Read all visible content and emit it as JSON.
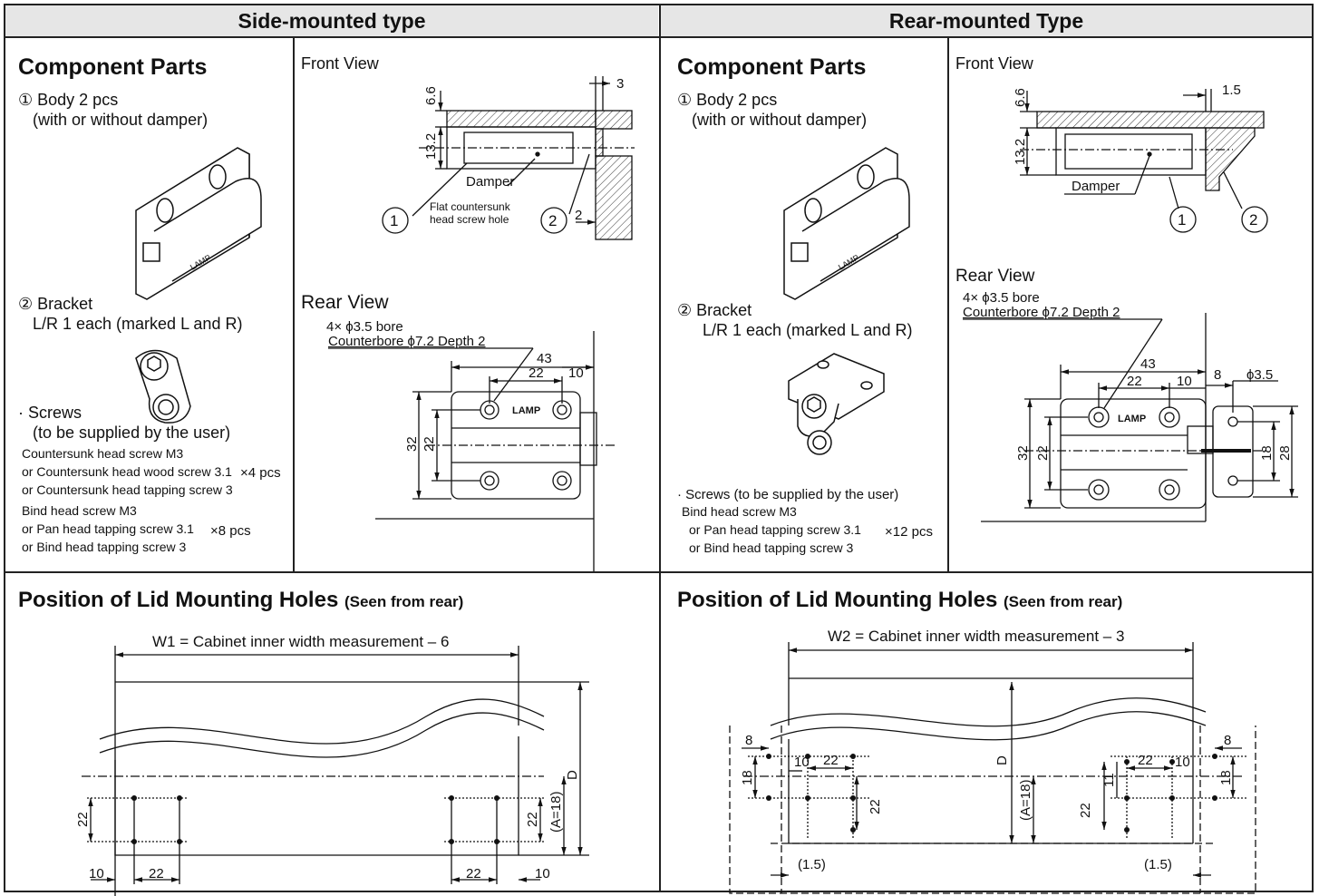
{
  "headers": {
    "side": "Side-mounted type",
    "rear": "Rear-mounted Type"
  },
  "side": {
    "component_title": "Component Parts",
    "body": "① Body 2 pcs",
    "body_note": "(with or without damper)",
    "bracket": "② Bracket",
    "bracket_note": "L/R 1 each (marked L and R)",
    "screws": "· Screws",
    "screws_note": "(to be supplied by the user)",
    "screw_group1": [
      "Countersunk head screw M3",
      "or Countersunk head wood screw 3.1",
      "or Countersunk head tapping screw 3"
    ],
    "screw_group1_qty": "×4 pcs",
    "screw_group2": [
      "Bind head screw M3",
      "or Pan head tapping screw 3.1",
      "or Bind head tapping screw 3"
    ],
    "screw_group2_qty": "×8 pcs",
    "front_view": "Front View",
    "rear_view": "Rear View",
    "bore_note": "4×  ϕ3.5 bore",
    "counterbore_note": "Counterbore ϕ7.2  Depth 2",
    "damper": "Damper",
    "flat_hole_1": "Flat countersunk",
    "flat_hole_2": "head screw hole",
    "circle1": "1",
    "circle2": "2",
    "dims_front": {
      "a": "6.6",
      "b": "13.2",
      "c": "3",
      "d": "2"
    },
    "dims_rear": {
      "a": "43",
      "b": "22",
      "c": "10",
      "d": "32",
      "e": "22"
    },
    "logo": "LAMP",
    "lid_title": "Position of Lid Mounting Holes",
    "lid_sub": "(Seen from rear)",
    "lid_width": "W1 = Cabinet inner width measurement – 6",
    "lid_dims": {
      "left22": "22",
      "left10": "10",
      "left22b": "22",
      "right22": "22",
      "right10": "10",
      "right22v": "22",
      "a18": "(A=18)",
      "d": "D"
    }
  },
  "rear": {
    "component_title": "Component Parts",
    "body": "① Body 2 pcs",
    "body_note": "(with or without damper)",
    "bracket": "② Bracket",
    "bracket_note": "L/R 1 each (marked L and R)",
    "screws": "· Screws (to be supplied by the user)",
    "screw_group": [
      "Bind head screw M3",
      "or Pan head tapping screw 3.1",
      "or Bind head tapping screw 3"
    ],
    "screw_qty": "×12 pcs",
    "front_view": "Front View",
    "rear_view": "Rear View",
    "bore_note": "4× ϕ3.5 bore",
    "counterbore_note": "Counterbore ϕ7.2  Depth 2",
    "damper": "Damper",
    "circle1": "1",
    "circle2": "2",
    "dims_front": {
      "a": "6.6",
      "b": "13.2",
      "c": "1.5"
    },
    "dims_rear": {
      "a": "43",
      "b": "22",
      "c": "10",
      "d": "8",
      "e": "ϕ3.5",
      "f": "32",
      "g": "22",
      "h": "18",
      "i": "28"
    },
    "logo": "LAMP",
    "lid_title": "Position of Lid Mounting Holes",
    "lid_sub": "(Seen from rear)",
    "lid_width": "W2 = Cabinet inner width measurement – 3",
    "lid_dims": {
      "l8": "8",
      "l10": "10",
      "l22": "22",
      "l18": "18",
      "l22v": "22",
      "r8": "8",
      "r22": "22",
      "r10": "10",
      "r22v": "22",
      "r11": "11",
      "r18": "18",
      "d": "D",
      "a18": "(A=18)",
      "l15": "(1.5)",
      "r15": "(1.5)"
    }
  }
}
